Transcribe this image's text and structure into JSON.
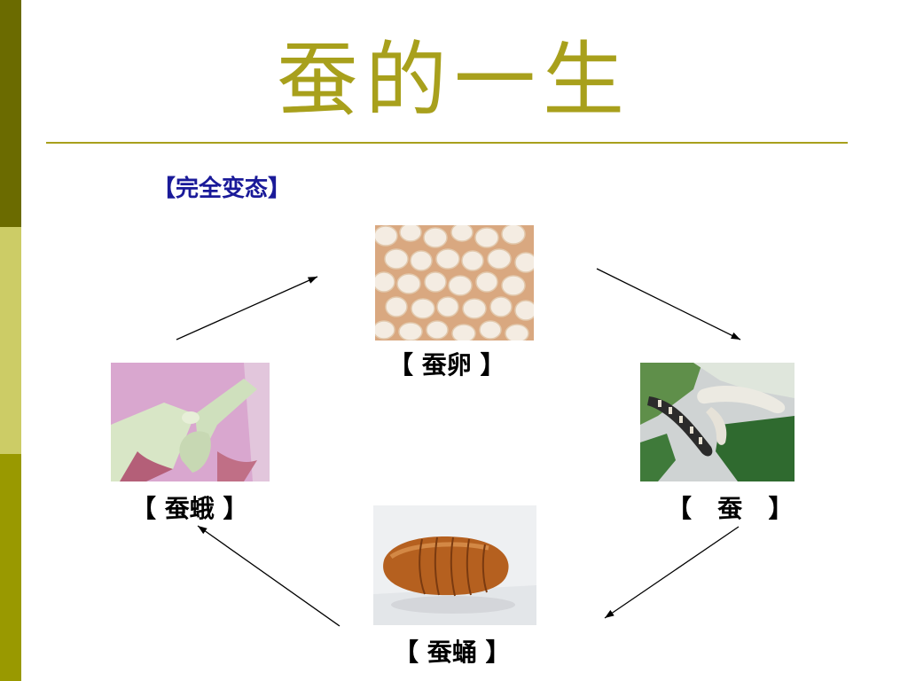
{
  "slide": {
    "title": "蚕的一生",
    "subtitle": "【完全变态】"
  },
  "stages": {
    "egg": {
      "label": "【 蚕卵 】"
    },
    "larva": {
      "label": "【   蚕   】"
    },
    "pupa": {
      "label": "【 蚕蛹 】"
    },
    "moth": {
      "label": "【 蚕蛾 】"
    }
  },
  "colors": {
    "title": "#a8a01c",
    "subtitle": "#1a1a99",
    "sidebar": [
      "#6b6b00",
      "#cccc66",
      "#999900"
    ]
  }
}
